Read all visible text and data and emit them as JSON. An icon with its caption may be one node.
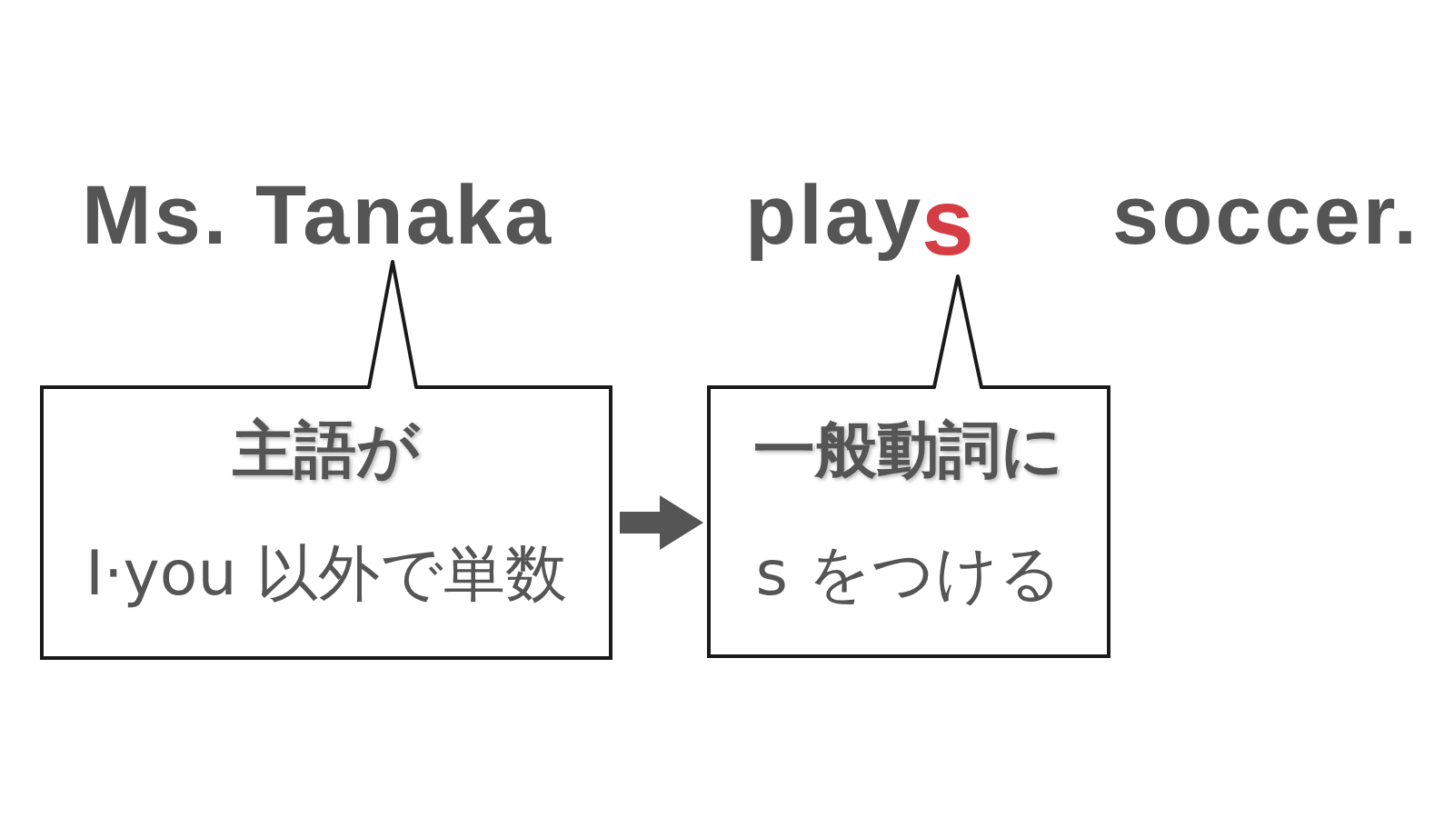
{
  "diagram": {
    "nodes": [
      {
        "text": [
          "Ms. Tanaka"
        ]
      },
      {
        "text": [
          "s"
        ]
      },
      {
        "text": [
          "主語が",
          "I·you 以外で単数"
        ]
      },
      {
        "text": [
          "一般動詞に",
          "s をつける"
        ]
      }
    ],
    "edges": [
      {
        "from": 2,
        "to": 0,
        "arrow": "none"
      },
      {
        "from": 2,
        "to": 3,
        "arrow": "to",
        "style": "thick",
        "color": "#555555"
      },
      {
        "from": 3,
        "to": 1,
        "arrow": "none"
      }
    ],
    "labels": [
      "play",
      "soccer."
    ]
  }
}
